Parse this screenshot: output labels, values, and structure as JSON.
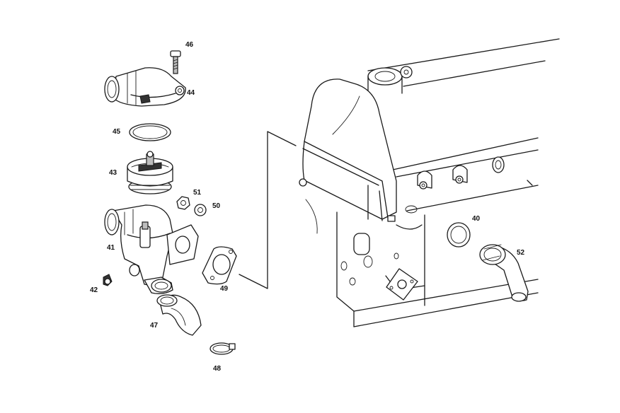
{
  "diagram": {
    "parts": [
      {
        "id": "p46",
        "label": "46"
      },
      {
        "id": "p44",
        "label": "44"
      },
      {
        "id": "p45",
        "label": "45"
      },
      {
        "id": "p43",
        "label": "43"
      },
      {
        "id": "p51",
        "label": "51"
      },
      {
        "id": "p50",
        "label": "50"
      },
      {
        "id": "p41",
        "label": "41"
      },
      {
        "id": "p42",
        "label": "42"
      },
      {
        "id": "p49",
        "label": "49"
      },
      {
        "id": "p47",
        "label": "47"
      },
      {
        "id": "p48",
        "label": "48"
      },
      {
        "id": "p40",
        "label": "40"
      },
      {
        "id": "p52",
        "label": "52"
      }
    ]
  }
}
